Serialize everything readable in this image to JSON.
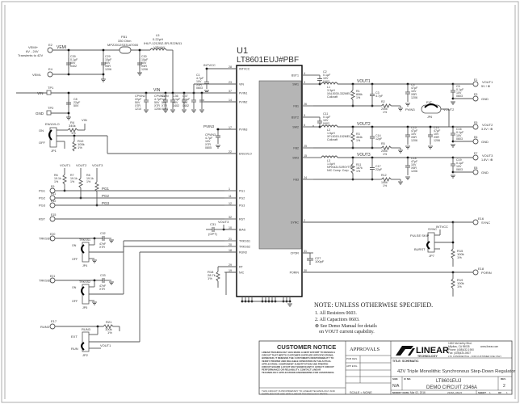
{
  "ic": {
    "ref": "U1",
    "part": "LT8601EUJ#PBF",
    "left_pins": [
      {
        "num": "28",
        "name": "INTVCC"
      },
      {
        "num": "23",
        "name": "VIN"
      },
      {
        "num": "37",
        "name": "PVIN1"
      },
      {
        "num": "14",
        "name": "PVIN2"
      },
      {
        "num": "17",
        "name": "PVIN3"
      },
      {
        "num": "22",
        "name": "EN/UVLO"
      },
      {
        "num": "1",
        "name": "PG1"
      },
      {
        "num": "11",
        "name": "PG2"
      },
      {
        "num": "12",
        "name": "PG3"
      },
      {
        "num": "32",
        "name": "RST"
      },
      {
        "num": "10",
        "name": "BIAS"
      },
      {
        "num": "21",
        "name": "TRKSS1"
      },
      {
        "num": "20",
        "name": "TRKSS2"
      },
      {
        "num": "18",
        "name": "RUN3"
      },
      {
        "num": "29",
        "name": "RT"
      },
      {
        "num": "19",
        "name": "N/C"
      }
    ],
    "right_pins": [
      {
        "num": "4",
        "name": "BST1"
      },
      {
        "num": "3",
        "name": "SW1"
      },
      {
        "num": "26",
        "name": "FB1"
      },
      {
        "num": "5",
        "name": "BST2"
      },
      {
        "num": "6",
        "name": "SW2"
      },
      {
        "num": "25",
        "name": "FB2"
      },
      {
        "num": "15",
        "name": "SW3"
      },
      {
        "num": "24",
        "name": "FB3"
      },
      {
        "num": "2",
        "name": "SYNC"
      },
      {
        "num": "31",
        "name": "CPOR"
      },
      {
        "num": "30",
        "name": "PORIN"
      }
    ]
  },
  "input": {
    "vemi_plus": "VEMI+",
    "vemi_range": "6V - 24V",
    "vemi_transient": "Transients to 42V",
    "e2": "E2",
    "e4": "E4",
    "vemi_minus": "VEMI-",
    "vemi_net": "VEMI",
    "fb1": {
      "ref": "FB1",
      "value": "330 Ohm",
      "part": "MPZ2012S331AT000"
    },
    "l5": {
      "ref": "L5",
      "value": "0.22µH",
      "part": "IHLP-1212BZ-ER-R22M11",
      "mfr": "VISHAY"
    },
    "c39": [
      "C39",
      "0.1µF",
      "50V",
      "0402"
    ],
    "c29": [
      "C29",
      "10µF",
      "50V",
      "X5R",
      "1206"
    ],
    "c30": [
      "C30",
      "10µF",
      "50V",
      "X5R",
      "1206"
    ],
    "tp1": "TP1",
    "tp2": "TP2",
    "vin": "VIN",
    "gnd": "GND",
    "c8": [
      "C8",
      "22µF",
      "50V"
    ],
    "cpvin2": [
      "CPVIN2",
      "22µF",
      "50V",
      "X7R",
      "1210"
    ],
    "cpvin1": [
      "CPVIN1",
      "4.7µF",
      "50V",
      "X7R",
      "1206"
    ],
    "cvin": [
      "CVIN",
      "1µF",
      "50V",
      "X7R",
      "0805"
    ],
    "c36": [
      "C36",
      "0.1µF",
      "50V",
      "0402"
    ],
    "c37": [
      "C37",
      "0.1µF",
      "50V",
      "0402"
    ],
    "c1": [
      "C1",
      "4.7µF",
      "10V",
      "X5R",
      "0603"
    ],
    "intvcc": "INTVCC",
    "pvin3": "PVIN3",
    "cpvin3": [
      "CPVIN3",
      "4.7µF",
      "10V",
      "X7R",
      "0805"
    ]
  },
  "enable": {
    "label": "EN/UVLO",
    "on": "ON",
    "off": "OFF",
    "jumper": "JP1",
    "r4": [
      "R4",
      "340k",
      "1%"
    ],
    "r10": [
      "R10",
      "100k",
      "1%"
    ],
    "vin": "VIN"
  },
  "pgood": {
    "vout_labels": [
      "VOUT1",
      "VOUT2",
      "VOUT3"
    ],
    "resistors": [
      [
        "R6",
        "19.1k",
        "1%"
      ],
      [
        "R7",
        "19.1k",
        "1%"
      ],
      [
        "R8",
        "19.1k",
        "1%"
      ]
    ],
    "terminals": [
      {
        "ref": "E9",
        "label": "PG1",
        "net": "PG1"
      },
      {
        "ref": "E11",
        "label": "PG2",
        "net": "PG2"
      },
      {
        "ref": "E12",
        "label": "PG3",
        "net": "PG3"
      },
      {
        "ref": "E15",
        "label": "RST",
        "net": ""
      }
    ]
  },
  "bias": {
    "c31": "C31",
    "c31_val": "(OPT)",
    "vout3": "VOUT3"
  },
  "tracking": [
    {
      "term": "E20",
      "label": "TRKSS1",
      "cap": [
        "C32",
        "47nF",
        "X7R"
      ],
      "jumper": "JP4",
      "jlabel": "TRKSS1",
      "on": "ON",
      "off": "OFF"
    },
    {
      "term": "E21",
      "label": "TRKSS2",
      "cap": [
        "C33",
        "47nF",
        "X7R"
      ],
      "jumper": "JP5",
      "jlabel": "TRKSS2",
      "on": "ON",
      "off": "OFF"
    }
  ],
  "run3": {
    "term": "E17",
    "label": "RUN3",
    "r21": [
      "R21",
      "100k",
      "1%"
    ],
    "jumper": "JP2",
    "jlabel": "RUN3",
    "ext": "EXT",
    "run": "RUN",
    "vout1": "VOUT1"
  },
  "rt": {
    "r18": [
      "R18",
      "28.7k",
      "1%"
    ]
  },
  "outputs": [
    {
      "cb": [
        "C2",
        "0.1µF",
        "10V",
        "0402"
      ],
      "l": [
        "L1",
        "3.3µH",
        "XAL5030-332MEC",
        "Coilcraft"
      ],
      "net": "VOUT1",
      "rtop": [
        "R1",
        "806k",
        "1%"
      ],
      "cff": [
        "C3",
        "4.7pF"
      ],
      "rbot": [
        "R2",
        "200k",
        "1%"
      ],
      "cout": [
        "C4",
        "47µF",
        "10V",
        "X5R",
        "1206"
      ],
      "cterm": [
        "C5",
        "0.1µF",
        "10V",
        "0603"
      ],
      "term": "E1",
      "term_label": "VOUT1",
      "term_val": "5V / ⊗",
      "gnd_term": "E3",
      "gnd": "GND"
    },
    {
      "cb": [
        "C11",
        "0.1µF",
        "10V",
        "0402"
      ],
      "l": [
        "L2",
        "1.5µH",
        "XFL5015-152MEC",
        "Coilcraft"
      ],
      "net": "VOUT2",
      "rtop": [
        "R3",
        "464k",
        "1%"
      ],
      "cff": [
        "C14",
        "12pF"
      ],
      "rbot": [
        "R5",
        "200k",
        "1%"
      ],
      "cout": [
        "C15",
        "47µF",
        "10V",
        "X5R",
        "1206"
      ],
      "cout2": [
        "C13",
        "47µF",
        "10V",
        "X5R",
        "1206"
      ],
      "cterm": [
        "C16",
        "0.1µF",
        "10V",
        "0603"
      ],
      "term": "E5",
      "term_label": "VOUT2",
      "term_val": "3.3V / ⊗",
      "gnd_term": "E6",
      "gnd": "GND",
      "jumper": "JP6",
      "jlabel": "EXT",
      "pvin3": "PVIN3"
    },
    {
      "l": [
        "L3",
        "1.0µH",
        "NPIS42LS1R0YTRF",
        "NIC Comp. Corp."
      ],
      "net": "VOUT3",
      "rtop": [
        "R11",
        "187k",
        "1%"
      ],
      "cff": [
        "C17",
        "22pF"
      ],
      "rbot": [
        "R12",
        "150k",
        "1%"
      ],
      "cout": [
        "C18",
        "47µF",
        "10V",
        "X5R",
        "1206"
      ],
      "cterm": [
        "C19",
        "0.1µF",
        "10V",
        "0603"
      ],
      "term": "E7",
      "term_label": "VOUT3",
      "term_val": "1.8V / ⊗",
      "gnd_term": "E8",
      "gnd": "GND"
    }
  ],
  "sync": {
    "term": "E16",
    "label": "SYNC",
    "jlabel": "SYNC",
    "pulse_skip": "PULSE SKIP",
    "burst": "BURST",
    "jumper": "JP7",
    "intvcc": "INTVCC",
    "r15": [
      "R15",
      "100k",
      "1%"
    ]
  },
  "por": {
    "term": "E18",
    "label": "PORIN",
    "r19": [
      "R19",
      "100k",
      "1%"
    ],
    "c27": [
      "C27",
      "100pF"
    ]
  },
  "notes": {
    "title": "NOTE: UNLESS OTHERWISE SPECIFIED.",
    "items": [
      "1. All Resistors 0603.",
      "2. All Capacitors 0603.",
      "⊗ See Demo Manual for details",
      "on VOUT current capability."
    ]
  },
  "title_block": {
    "notice_title": "CUSTOMER NOTICE",
    "notice_text": [
      "LINEAR TECHNOLOGY HAS MADE A BEST EFFORT TO DESIGN A",
      "CIRCUIT THAT MEETS CUSTOMER-SUPPLIED SPECIFICATIONS;",
      "HOWEVER, IT REMAINS THE CUSTOMER'S RESPONSIBILITY TO",
      "VERIFY PROPER AND RELIABLE OPERATION IN THE ACTUAL",
      "APPLICATION. COMPONENT SUBSTITUTION AND PRINTED",
      "CIRCUIT BOARD LAYOUT MAY SIGNIFICANTLY AFFECT CIRCUIT",
      "PERFORMANCE OR RELIABILITY. CONTACT LINEAR",
      "TECHNOLOGY APPLICATIONS ENGINEERING FOR ASSISTANCE."
    ],
    "proprietary": [
      "THIS CIRCUIT IS PROPRIETARY TO LINEAR TECHNOLOGY AND",
      "SUPPLIED FOR USE WITH LINEAR TECHNOLOGY PARTS."
    ],
    "approvals": "APPROVALS",
    "pcb_des": "PCB DES.",
    "app_eng": "APP ENG.",
    "scale": "SCALE = NONE",
    "company": "LINEAR",
    "company_sub": "TECHNOLOGY",
    "address": [
      "1630 McCarthy Blvd.",
      "Milpitas, CA 95035",
      "Phone: (408)432-1900",
      "Fax: (408)434-0507"
    ],
    "website": "www.linear.com",
    "confidential": "LTC CONFIDENTIAL - FOR CUSTOMER USE ONLY",
    "title_label": "TITLE:",
    "title_value": "SCHEMATIC",
    "description": "42V Triple Monolithic Synchronous Step-Down Regulator",
    "size_label": "SIZE",
    "size": "N/A",
    "ic_no_label": "IC NO.",
    "ic_no": "LT8601EUJ",
    "demo": "DEMO CIRCUIT 2346A",
    "rev_label": "REV.",
    "rev": "2",
    "modify_label": "MODIFY DATE:",
    "modify_date": "Mar 02, 2016",
    "file": "2346A_REV2",
    "sheet_label": "SHEET",
    "sheet": "1",
    "of_label": "OF",
    "of": "1"
  }
}
